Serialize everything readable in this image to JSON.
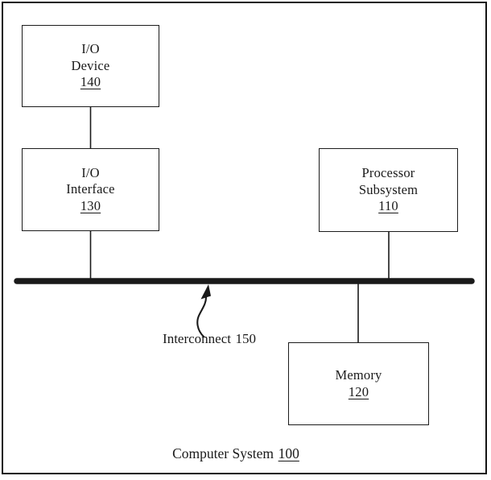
{
  "figure": {
    "type": "patent-block-diagram",
    "subject": "Computer System"
  },
  "boxes": {
    "io_device": {
      "line1": "I/O",
      "line2": "Device",
      "ref": "140"
    },
    "io_interface": {
      "line1": "I/O",
      "line2": "Interface",
      "ref": "130"
    },
    "processor": {
      "line1": "Processor",
      "line2": "Subsystem",
      "ref": "110"
    },
    "memory": {
      "line1": "Memory",
      "ref": "120"
    }
  },
  "labels": {
    "interconnect": {
      "text": "Interconnect",
      "ref": "150"
    },
    "system": {
      "text": "Computer System",
      "ref": "100"
    }
  },
  "colors": {
    "line": "#1a1a1a",
    "background": "#ffffff"
  }
}
